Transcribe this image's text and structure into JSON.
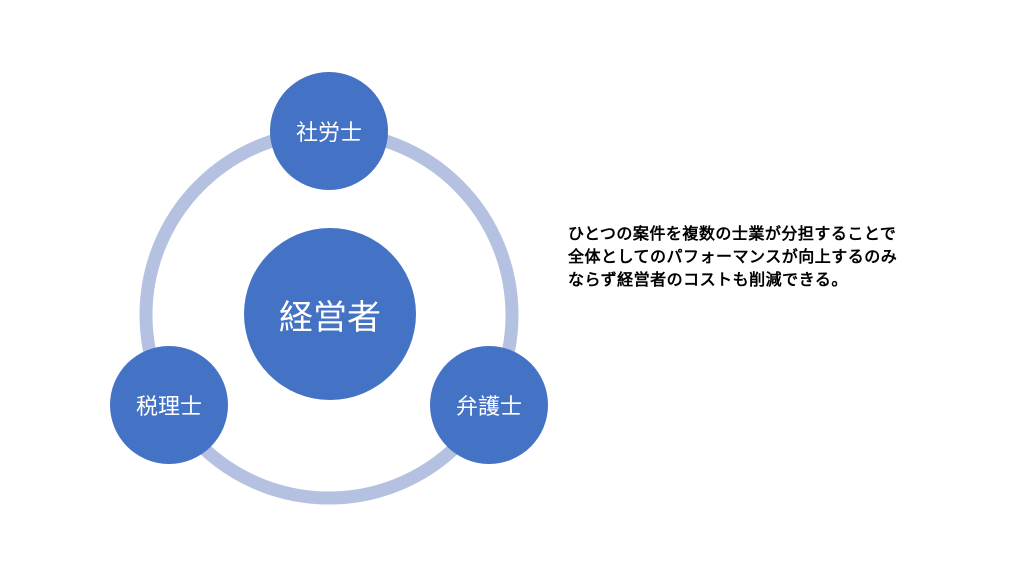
{
  "colors": {
    "node": "#4472c4",
    "ring": "#b4c1e0",
    "text": "#000000"
  },
  "diagram": {
    "center_label": "経営者",
    "nodes": [
      {
        "label": "社労士"
      },
      {
        "label": "税理士"
      },
      {
        "label": "弁護士"
      }
    ]
  },
  "caption": {
    "lines": [
      "ひとつの案件を複数の士業が分担することで",
      "全体としてのパフォーマンスが向上するのみ",
      "ならず経営者のコストも削減できる。"
    ]
  }
}
